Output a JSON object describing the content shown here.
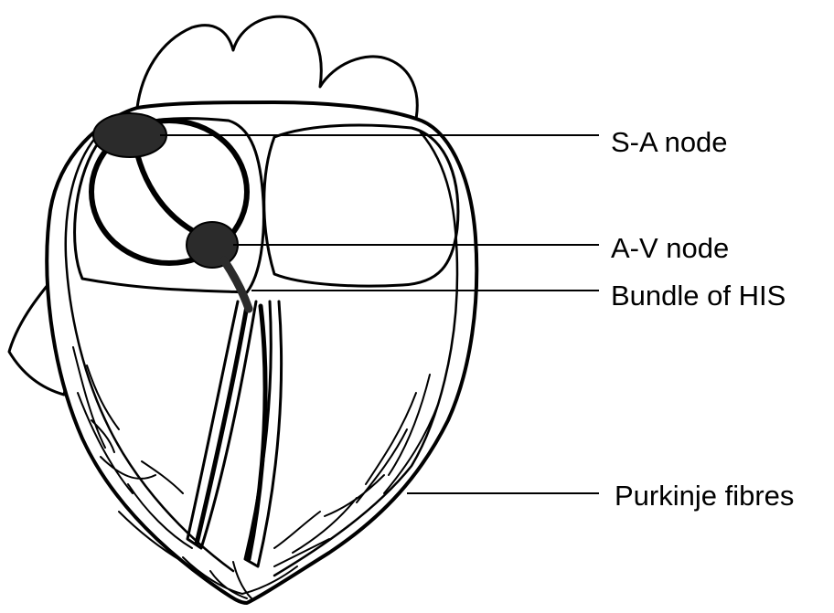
{
  "diagram": {
    "labels": {
      "sa_node": "S-A node",
      "av_node": "A-V node",
      "bundle_of_his": "Bundle of HIS",
      "purkinje_fibres": "Purkinje fibres"
    },
    "colors": {
      "ink": "#000000",
      "node_fill": "#2b2b2b",
      "background": "#ffffff"
    }
  }
}
